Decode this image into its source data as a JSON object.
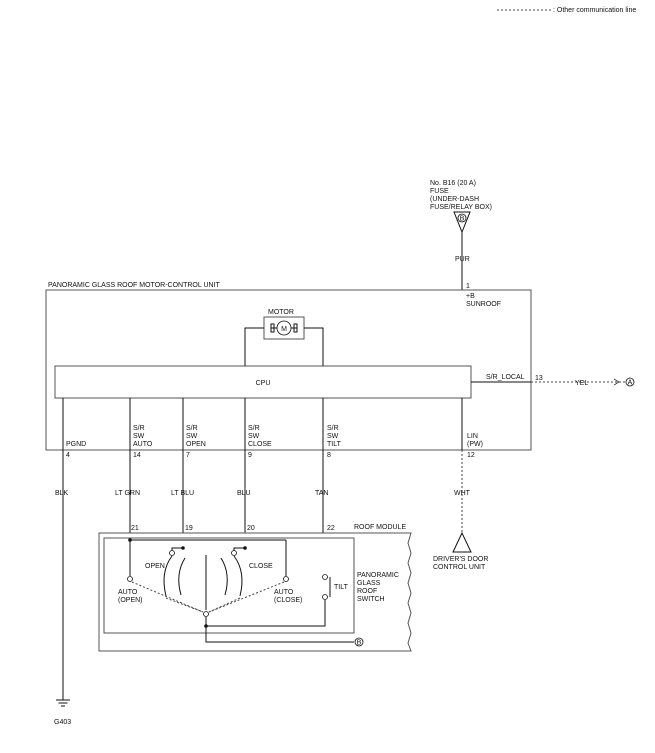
{
  "legend": {
    "text": ": Other communication line"
  },
  "fuse": {
    "line1": "No. B16 (20 A)",
    "line2": "FUSE",
    "line3": "(UNDER-DASH",
    "line4": "FUSE/RELAY BOX)",
    "connector": "B"
  },
  "wires": {
    "pur": "PUR",
    "blk": "BLK",
    "ltgrn": "LT GRN",
    "ltblu": "LT BLU",
    "blu": "BLU",
    "tan": "TAN",
    "wht": "WHT",
    "yel": "YEL"
  },
  "unit": {
    "title": "PANORAMIC GLASS ROOF MOTOR-CONTROL UNIT",
    "motor_label": "MOTOR",
    "motor_symbol": "M",
    "cpu": "CPU",
    "pin_b_num": "1",
    "pin_b_l1": "+B",
    "pin_b_l2": "SUNROOF",
    "srlocal": "S/R_LOCAL",
    "srlocal_num": "13",
    "pgnd": "PGND",
    "pgnd_num": "4",
    "auto_l1": "S/R",
    "auto_l2": "SW",
    "auto_l3": "AUTO",
    "auto_num": "14",
    "open_l1": "S/R",
    "open_l2": "SW",
    "open_l3": "OPEN",
    "open_num": "7",
    "close_l1": "S/R",
    "close_l2": "SW",
    "close_l3": "CLOSE",
    "close_num": "9",
    "tilt_l1": "S/R",
    "tilt_l2": "SW",
    "tilt_l3": "TILT",
    "tilt_num": "8",
    "lin_l1": "LIN",
    "lin_l2": "(PW)",
    "lin_num": "12"
  },
  "connector_a": "A",
  "roof_module": {
    "title": "ROOF MODULE",
    "pins": {
      "p21": "21",
      "p19": "19",
      "p20": "20",
      "p22": "22"
    },
    "switch_l1": "PANORAMIC",
    "switch_l2": "GLASS",
    "switch_l3": "ROOF",
    "switch_l4": "SWITCH",
    "open": "OPEN",
    "close": "CLOSE",
    "tilt": "TILT",
    "auto_open_l1": "AUTO",
    "auto_open_l2": "(OPEN)",
    "auto_close_l1": "AUTO",
    "auto_close_l2": "(CLOSE)",
    "connector_b": "B"
  },
  "drivers_door": {
    "line1": "DRIVER'S DOOR",
    "line2": "CONTROL UNIT"
  },
  "ground": "G403"
}
